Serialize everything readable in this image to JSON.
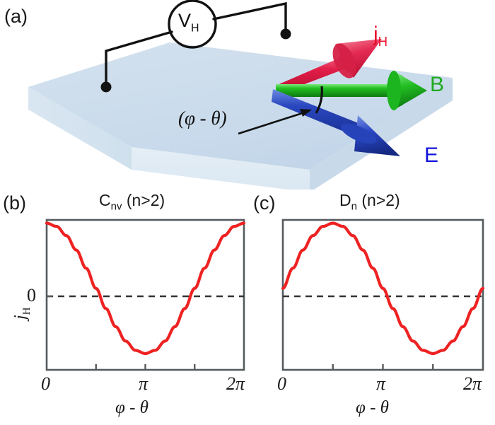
{
  "figure": {
    "panels": [
      {
        "id": "a",
        "letter": "(a)"
      },
      {
        "id": "b",
        "letter": "(b)"
      },
      {
        "id": "c",
        "letter": "(c)"
      }
    ]
  },
  "panel_a": {
    "letter": "(a)",
    "voltmeter_label": "V",
    "voltmeter_sub": "H",
    "angle_label": "(φ - θ)",
    "vectors": [
      {
        "name": "j_H",
        "label": "j",
        "sub": "H",
        "color": "#e8112d",
        "description": "Hall current density arrow"
      },
      {
        "name": "B",
        "label": "B",
        "sub": "",
        "color": "#1faa1f",
        "description": "magnetic field arrow"
      },
      {
        "name": "E",
        "label": "E",
        "sub": "",
        "color": "#1414dd",
        "description": "electric field arrow"
      }
    ],
    "slab_color_top": "#cfdded",
    "slab_color_side": "#c2d4e6",
    "slab_color_front": "#dde8f2",
    "wire_color": "#111111"
  },
  "panel_b": {
    "letter": "(b)",
    "title": "C",
    "title_sub": "nv",
    "title_rest": " (n>2)",
    "ylabel": "j",
    "ylabel_sub": "H",
    "y_tick": "0",
    "xlabel": "φ - θ",
    "xticks": [
      "0",
      "π",
      "2π"
    ],
    "curve_color": "#ee2222",
    "zero_line_color": "#333333"
  },
  "panel_c": {
    "letter": "(c)",
    "title": "D",
    "title_sub": "n",
    "title_rest": " (n>2)",
    "xlabel": "φ - θ",
    "xticks": [
      "0",
      "π",
      "2π"
    ],
    "curve_color": "#ee2222",
    "zero_line_color": "#333333"
  },
  "chart_data": [
    {
      "type": "line",
      "panel": "b",
      "title": "C_nv (n>2)",
      "xlabel": "φ - θ",
      "ylabel": "j_H",
      "xlim": [
        0,
        6.283185
      ],
      "ylim": [
        -1.25,
        1.05
      ],
      "xtick_values": [
        0,
        3.141593,
        6.283185
      ],
      "xtick_labels": [
        "0",
        "π",
        "2π"
      ],
      "ytick_values": [
        0
      ],
      "ytick_labels": [
        "0"
      ],
      "grid": false,
      "legend": false,
      "zero_line": {
        "y": 0,
        "style": "dashed",
        "color": "#333333"
      },
      "series": [
        {
          "name": "j_H cosine",
          "color": "#ee2222",
          "formula": "j_H = A cos(φ-θ)",
          "x": [
            0.0,
            0.3142,
            0.6283,
            0.9425,
            1.2566,
            1.5708,
            1.885,
            2.1991,
            2.5133,
            2.8274,
            3.1416,
            3.4558,
            3.7699,
            4.0841,
            4.3982,
            4.7124,
            5.0265,
            5.3407,
            5.6549,
            5.969,
            6.2832
          ],
          "y": [
            1.0,
            0.951,
            0.809,
            0.588,
            0.309,
            0.0,
            -0.309,
            -0.588,
            -0.809,
            -0.951,
            -1.0,
            -0.951,
            -0.809,
            -0.588,
            -0.309,
            0.0,
            0.309,
            0.588,
            0.809,
            0.951,
            1.0
          ]
        }
      ]
    },
    {
      "type": "line",
      "panel": "c",
      "title": "D_n (n>2)",
      "xlabel": "φ - θ",
      "ylabel": "",
      "xlim": [
        0,
        6.283185
      ],
      "ylim": [
        -1.25,
        1.05
      ],
      "xtick_values": [
        0,
        3.141593,
        6.283185
      ],
      "xtick_labels": [
        "0",
        "π",
        "2π"
      ],
      "ytick_values": [
        0
      ],
      "ytick_labels": [
        ""
      ],
      "grid": false,
      "legend": false,
      "zero_line": {
        "y": 0,
        "style": "dashed",
        "color": "#333333"
      },
      "series": [
        {
          "name": "j_H sine",
          "color": "#ee2222",
          "formula": "j_H = A sin(φ-θ)",
          "x": [
            0.0,
            0.3142,
            0.6283,
            0.9425,
            1.2566,
            1.5708,
            1.885,
            2.1991,
            2.5133,
            2.8274,
            3.1416,
            3.4558,
            3.7699,
            4.0841,
            4.3982,
            4.7124,
            5.0265,
            5.3407,
            5.6549,
            5.969,
            6.2832
          ],
          "y": [
            0.0,
            0.309,
            0.588,
            0.809,
            0.951,
            1.0,
            0.951,
            0.809,
            0.588,
            0.309,
            0.0,
            -0.309,
            -0.588,
            -0.809,
            -0.951,
            -1.0,
            -0.951,
            -0.809,
            -0.588,
            -0.309,
            0.0
          ]
        }
      ]
    }
  ]
}
